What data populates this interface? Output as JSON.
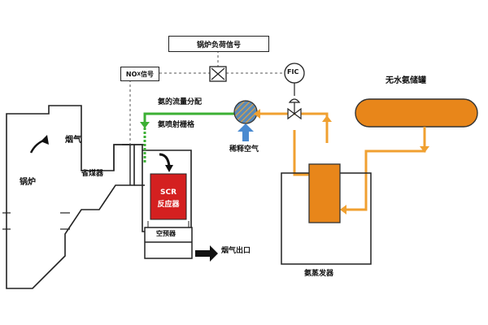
{
  "boiler_load_signal": "锅炉负荷信号",
  "nox_signal_main": "NO",
  "nox_signal_sub": "X",
  "nox_signal_suffix": "信号",
  "fic_label": "FIC",
  "anhydrous_ammonia_tank": "无水氨储罐",
  "ammonia_flow_distribution": "氨的流量分配",
  "ammonia_injection_grid": "氨喷射栅格",
  "dilution_air": "稀释空气",
  "flue_gas": "烟气",
  "boiler": "锅炉",
  "economizer": "省煤器",
  "scr_line1": "SCR",
  "scr_line2": "反应器",
  "air_preheater": "空预器",
  "flue_gas_outlet": "烟气出口",
  "ammonia_evaporator": "氨蒸发器",
  "colors": {
    "ammonia_line": "#f0a030",
    "tank_fill": "#e8861a",
    "green_line": "#3cb034",
    "reactor_fill": "#d42020",
    "air_arrow": "#4a8ad0",
    "mixer_fill": "#5a8ab8"
  }
}
